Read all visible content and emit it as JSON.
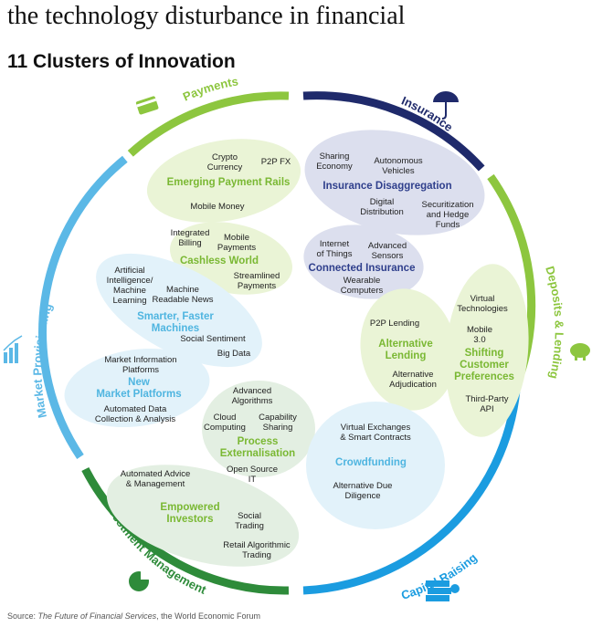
{
  "heading": "the technology disturbance in financial",
  "title": "11 Clusters of Innovation",
  "source": {
    "prefix": "Source: ",
    "title": "The Future of Financial Services",
    "suffix": ", the World Economic Forum"
  },
  "colors": {
    "payments": "#8dc63f",
    "insurance": "#1f2a6b",
    "deposits": "#8dc63f",
    "capital": "#1b9ce0",
    "investment": "#2e8b3a",
    "market": "#5bb8e6"
  },
  "ring": {
    "payments": "Payments",
    "insurance": "Insurance",
    "deposits": "Deposits & Lending",
    "capital": "Capital Raising",
    "investment": "Investment Management",
    "market": "Market Provisioning"
  },
  "icons": {
    "payments": "credit-card-icon",
    "insurance": "umbrella-icon",
    "deposits": "piggy-bank-icon",
    "capital": "money-stack-icon",
    "investment": "pie-chart-icon",
    "market": "bar-chart-icon"
  },
  "clusters": {
    "payment_rails": {
      "name": "Emerging Payment Rails",
      "items": [
        "Crypto Currency",
        "P2P FX",
        "Mobile Money"
      ]
    },
    "cashless": {
      "name": "Cashless World",
      "items": [
        "Integrated Billing",
        "Mobile Payments",
        "Streamlined Payments"
      ]
    },
    "disaggregation": {
      "name": "Insurance Disaggregation",
      "items": [
        "Sharing Economy",
        "Autonomous Vehicles",
        "Digital Distribution",
        "Securitization and Hedge Funds"
      ]
    },
    "connected": {
      "name": "Connected Insurance",
      "items": [
        "Internet of Things",
        "Advanced Sensors",
        "Wearable Computers"
      ]
    },
    "smarter": {
      "name": "Smarter, Faster Machines",
      "items": [
        "Artificial Intelligence/ Machine Learning",
        "Machine Readable News",
        "Social Sentiment",
        "Big Data"
      ]
    },
    "market_platforms": {
      "name": "New Market Platforms",
      "items": [
        "Market Information Platforms",
        "Automated Data Collection & Analysis"
      ]
    },
    "alt_lending": {
      "name": "Alternative Lending",
      "items": [
        "P2P Lending",
        "Alternative Adjudication"
      ]
    },
    "preferences": {
      "name": "Shifting Customer Preferences",
      "items": [
        "Virtual Technologies",
        "Mobile 3.0",
        "Third-Party API"
      ]
    },
    "externalisation": {
      "name": "Process Externalisation",
      "items": [
        "Advanced Algorithms",
        "Cloud Computing",
        "Capability Sharing",
        "Open Source IT"
      ]
    },
    "crowdfunding": {
      "name": "Crowdfunding",
      "items": [
        "Virtual Exchanges & Smart Contracts",
        "Alternative Due Diligence"
      ]
    },
    "empowered": {
      "name": "Empowered Investors",
      "items": [
        "Automated Advice & Management",
        "Social Trading",
        "Retail Algorithmic Trading"
      ]
    }
  }
}
